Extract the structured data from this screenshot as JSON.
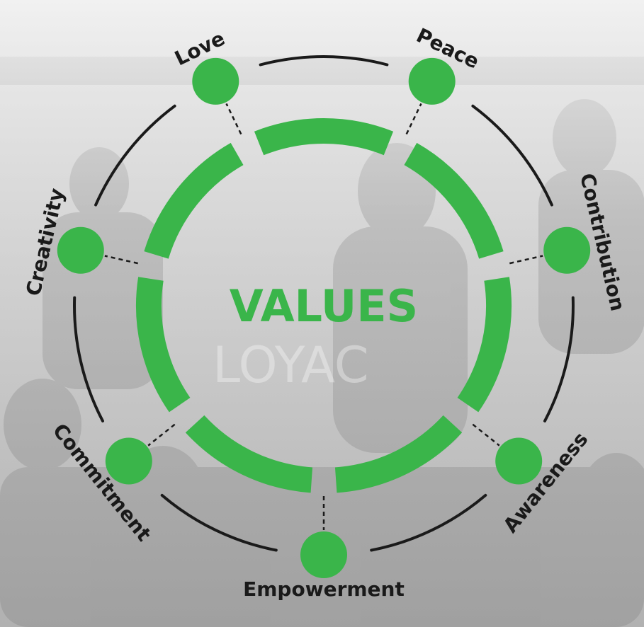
{
  "diagram": {
    "title": "VALUES",
    "values": [
      {
        "key": "love",
        "label": "Love"
      },
      {
        "key": "peace",
        "label": "Peace"
      },
      {
        "key": "contribution",
        "label": "Contribution"
      },
      {
        "key": "awareness",
        "label": "Awareness"
      },
      {
        "key": "empowerment",
        "label": "Empowerment"
      },
      {
        "key": "commitment",
        "label": "Commitment"
      },
      {
        "key": "creativity",
        "label": "Creativity"
      }
    ],
    "background_watermark": "LOYAC"
  },
  "colors": {
    "accent": "#3ab54a",
    "title": "#3ab54a",
    "ring": "#1a1a1a",
    "label": "#1a1a1a",
    "background": "#d9d9d9"
  }
}
